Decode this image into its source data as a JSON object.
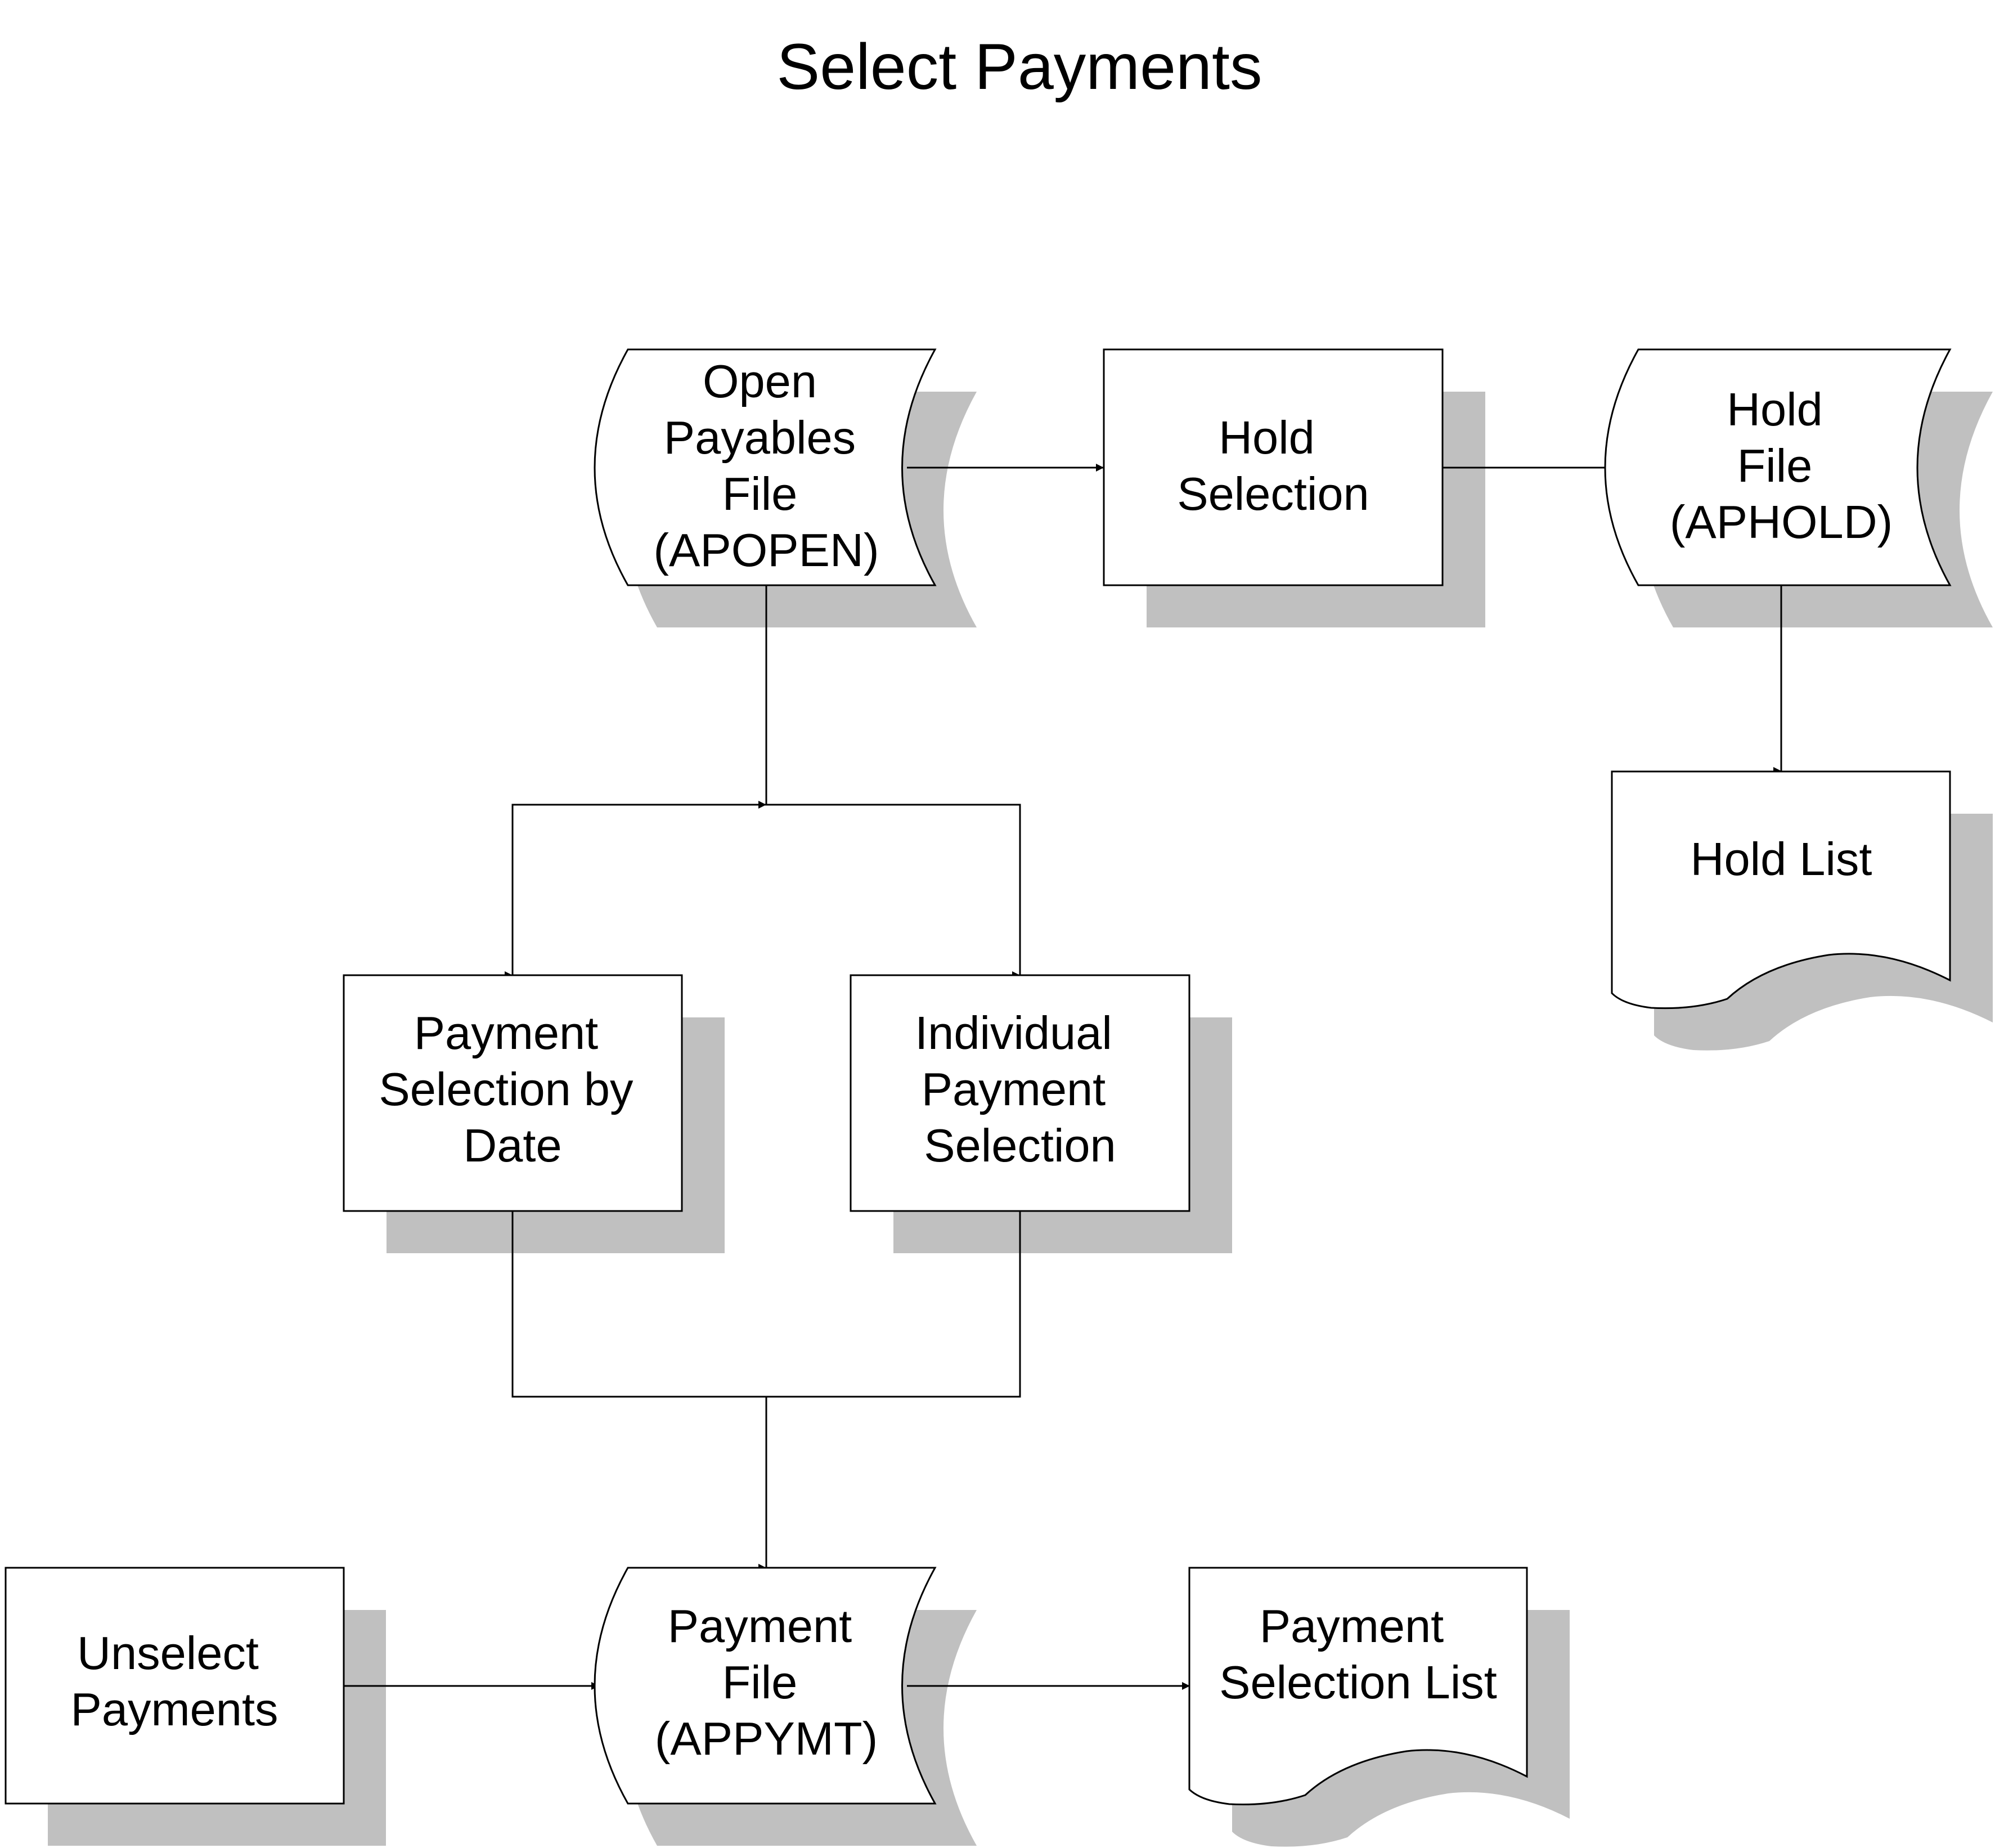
{
  "title": "Select Payments",
  "nodes": {
    "open_payables": {
      "shape": "stored-data",
      "lines": [
        "Open",
        "Payables",
        "File",
        "(APOPEN)"
      ]
    },
    "hold_selection": {
      "shape": "process",
      "lines": [
        "Hold",
        "Selection"
      ]
    },
    "hold_file": {
      "shape": "stored-data",
      "lines": [
        "Hold",
        "File",
        "(APHOLD)"
      ]
    },
    "hold_list": {
      "shape": "document",
      "lines": [
        "Hold List"
      ]
    },
    "payment_by_date": {
      "shape": "process",
      "lines": [
        "Payment",
        "Selection by",
        "Date"
      ]
    },
    "individual_payment": {
      "shape": "process",
      "lines": [
        "Individual",
        "Payment",
        "Selection"
      ]
    },
    "unselect_payments": {
      "shape": "process",
      "lines": [
        "Unselect",
        "Payments"
      ]
    },
    "payment_file": {
      "shape": "stored-data",
      "lines": [
        "Payment",
        "File",
        "(APPYMT)"
      ]
    },
    "payment_selection_list": {
      "shape": "document",
      "lines": [
        "Payment",
        "Selection List"
      ]
    }
  },
  "edges": [
    {
      "from": "open_payables",
      "to": "hold_selection"
    },
    {
      "from": "hold_selection",
      "to": "hold_file"
    },
    {
      "from": "hold_file",
      "to": "hold_list"
    },
    {
      "from": "open_payables",
      "to": "payment_by_date"
    },
    {
      "from": "open_payables",
      "to": "individual_payment"
    },
    {
      "from": "payment_by_date",
      "to": "payment_file"
    },
    {
      "from": "individual_payment",
      "to": "payment_file"
    },
    {
      "from": "unselect_payments",
      "to": "payment_file"
    },
    {
      "from": "payment_file",
      "to": "payment_selection_list"
    }
  ],
  "colors": {
    "shadow": "#c0c0c0",
    "stroke": "#000000",
    "fill": "#ffffff"
  }
}
